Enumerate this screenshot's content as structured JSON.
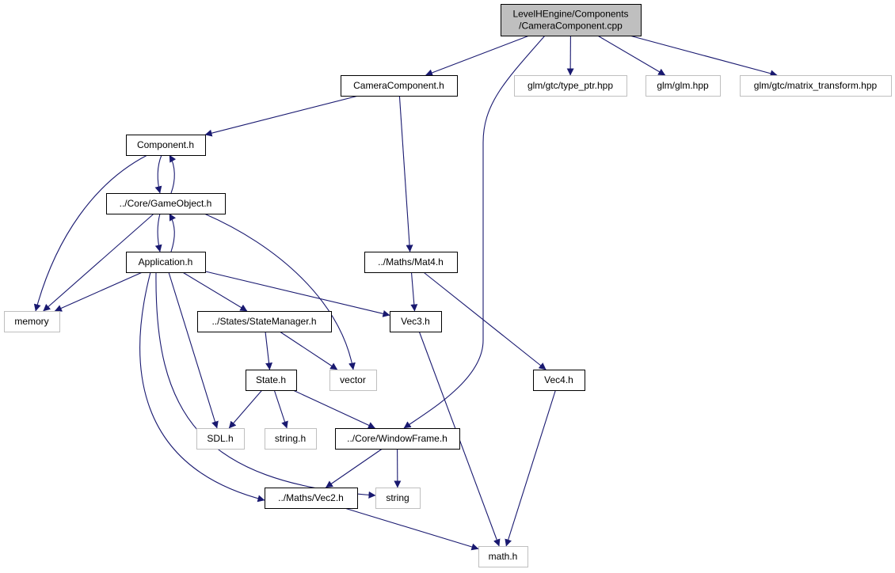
{
  "colors": {
    "edge": "#191970",
    "node_border": "#000000",
    "node_external_border": "#bfbfbf",
    "root_fill": "#bfbfbf",
    "node_fill": "#ffffff"
  },
  "nodes": [
    {
      "id": "root",
      "lines": [
        "LevelHEngine/Components",
        "/CameraComponent.cpp"
      ],
      "kind": "root"
    },
    {
      "id": "camcomp",
      "lines": [
        "CameraComponent.h"
      ],
      "kind": "local"
    },
    {
      "id": "typeptr",
      "lines": [
        "glm/gtc/type_ptr.hpp"
      ],
      "kind": "external"
    },
    {
      "id": "glm",
      "lines": [
        "glm/glm.hpp"
      ],
      "kind": "external"
    },
    {
      "id": "mtrans",
      "lines": [
        "glm/gtc/matrix_transform.hpp"
      ],
      "kind": "external"
    },
    {
      "id": "component",
      "lines": [
        "Component.h"
      ],
      "kind": "local"
    },
    {
      "id": "gameobj",
      "lines": [
        "../Core/GameObject.h"
      ],
      "kind": "local"
    },
    {
      "id": "application",
      "lines": [
        "Application.h"
      ],
      "kind": "local"
    },
    {
      "id": "mat4",
      "lines": [
        "../Maths/Mat4.h"
      ],
      "kind": "local"
    },
    {
      "id": "memory",
      "lines": [
        "memory"
      ],
      "kind": "external"
    },
    {
      "id": "statemgr",
      "lines": [
        "../States/StateManager.h"
      ],
      "kind": "local"
    },
    {
      "id": "vec3",
      "lines": [
        "Vec3.h"
      ],
      "kind": "local"
    },
    {
      "id": "vector",
      "lines": [
        "vector"
      ],
      "kind": "external"
    },
    {
      "id": "state",
      "lines": [
        "State.h"
      ],
      "kind": "local"
    },
    {
      "id": "vec4",
      "lines": [
        "Vec4.h"
      ],
      "kind": "local"
    },
    {
      "id": "sdl",
      "lines": [
        "SDL.h"
      ],
      "kind": "external"
    },
    {
      "id": "stringh",
      "lines": [
        "string.h"
      ],
      "kind": "external"
    },
    {
      "id": "winframe",
      "lines": [
        "../Core/WindowFrame.h"
      ],
      "kind": "local"
    },
    {
      "id": "string",
      "lines": [
        "string"
      ],
      "kind": "external"
    },
    {
      "id": "vec2",
      "lines": [
        "../Maths/Vec2.h"
      ],
      "kind": "local"
    },
    {
      "id": "math",
      "lines": [
        "math.h"
      ],
      "kind": "external"
    }
  ],
  "edges": [
    [
      "root",
      "camcomp"
    ],
    [
      "root",
      "winframe"
    ],
    [
      "root",
      "typeptr"
    ],
    [
      "root",
      "glm"
    ],
    [
      "root",
      "mtrans"
    ],
    [
      "camcomp",
      "component"
    ],
    [
      "camcomp",
      "mat4"
    ],
    [
      "component",
      "gameobj"
    ],
    [
      "component",
      "memory"
    ],
    [
      "gameobj",
      "component"
    ],
    [
      "gameobj",
      "application"
    ],
    [
      "gameobj",
      "memory"
    ],
    [
      "gameobj",
      "vector"
    ],
    [
      "application",
      "gameobj"
    ],
    [
      "application",
      "memory"
    ],
    [
      "application",
      "statemgr"
    ],
    [
      "application",
      "vec3"
    ],
    [
      "application",
      "sdl"
    ],
    [
      "application",
      "vec2"
    ],
    [
      "application",
      "string"
    ],
    [
      "mat4",
      "vec3"
    ],
    [
      "mat4",
      "vec4"
    ],
    [
      "statemgr",
      "state"
    ],
    [
      "statemgr",
      "vector"
    ],
    [
      "vec3",
      "math"
    ],
    [
      "state",
      "sdl"
    ],
    [
      "state",
      "stringh"
    ],
    [
      "state",
      "winframe"
    ],
    [
      "vec4",
      "math"
    ],
    [
      "winframe",
      "vec2"
    ],
    [
      "winframe",
      "string"
    ],
    [
      "vec2",
      "math"
    ]
  ]
}
